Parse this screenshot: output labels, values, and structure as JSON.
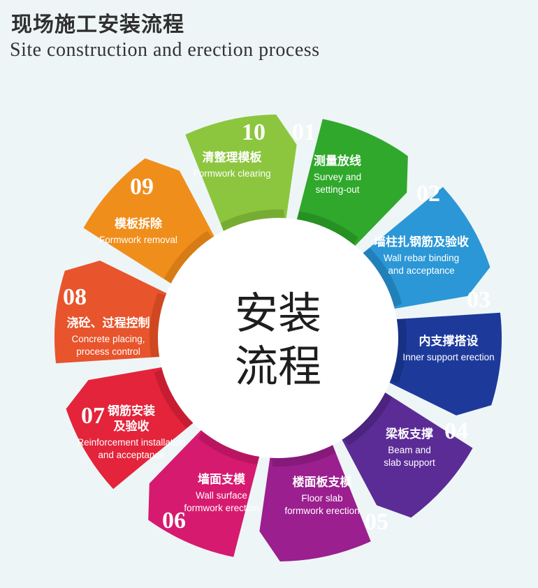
{
  "header": {
    "title_zh": "现场施工安装流程",
    "title_en": "Site construction and erection process"
  },
  "center": {
    "line1": "安装",
    "line2": "流程"
  },
  "steps": [
    {
      "number": "01",
      "zh": [
        "测量放线"
      ],
      "en": [
        "Survey and",
        "setting-out"
      ],
      "color": "#2fa82b",
      "dark": "#1f7d1c"
    },
    {
      "number": "02",
      "zh": [
        "墙柱扎钢筋及验收"
      ],
      "en": [
        "Wall rebar binding",
        "and acceptance"
      ],
      "color": "#2b97d6",
      "dark": "#1c6ea2"
    },
    {
      "number": "03",
      "zh": [
        "内支撑搭设"
      ],
      "en": [
        "Inner support erection"
      ],
      "color": "#1d3a9b",
      "dark": "#122a73"
    },
    {
      "number": "04",
      "zh": [
        "梁板支撑"
      ],
      "en": [
        "Beam and",
        "slab support"
      ],
      "color": "#5b2c96",
      "dark": "#3f1d6e"
    },
    {
      "number": "05",
      "zh": [
        "楼面板支模"
      ],
      "en": [
        "Floor slab",
        "formwork erection"
      ],
      "color": "#9b1f8f",
      "dark": "#72166a"
    },
    {
      "number": "06",
      "zh": [
        "墙面支模"
      ],
      "en": [
        "Wall surface",
        "formwork erection"
      ],
      "color": "#d61a6f",
      "dark": "#a31354"
    },
    {
      "number": "07",
      "zh": [
        "钢筋安装",
        "及验收"
      ],
      "en": [
        "Reinforcement installation",
        "and acceptance"
      ],
      "color": "#e3243a",
      "dark": "#b0182b"
    },
    {
      "number": "08",
      "zh": [
        "浇砼、过程控制"
      ],
      "en": [
        "Concrete placing,",
        "process control"
      ],
      "color": "#e8542c",
      "dark": "#b93e1c"
    },
    {
      "number": "09",
      "zh": [
        "模板拆除"
      ],
      "en": [
        "Formwork removal"
      ],
      "color": "#f08e1c",
      "dark": "#c26d0e"
    },
    {
      "number": "10",
      "zh": [
        "清整理模板"
      ],
      "en": [
        "Formwork clearing"
      ],
      "color": "#8cc63e",
      "dark": "#66982a"
    }
  ]
}
